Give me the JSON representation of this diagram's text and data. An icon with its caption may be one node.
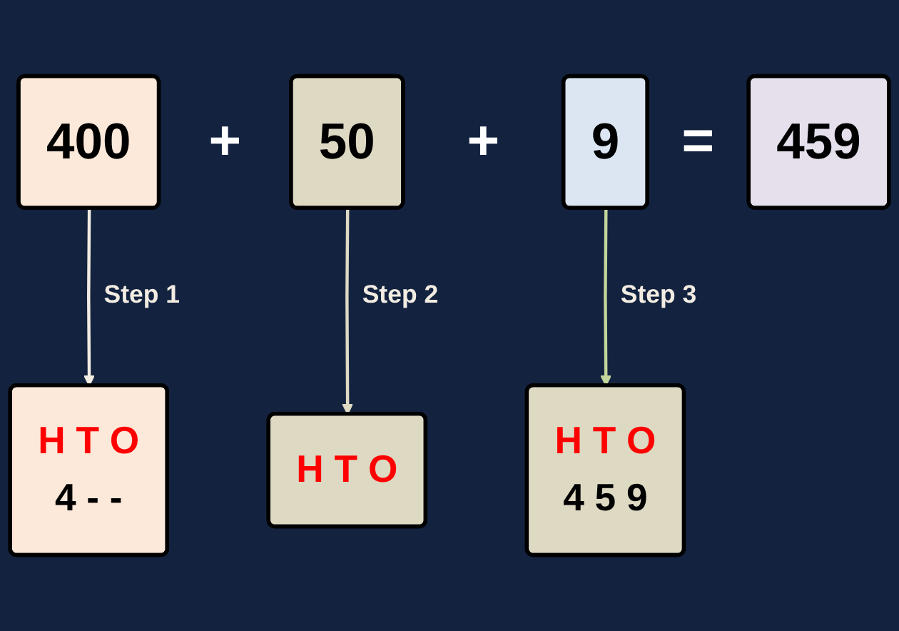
{
  "diagram": {
    "nodes": [
      {
        "text": [
          "400"
        ]
      },
      {
        "text": [
          "50"
        ]
      },
      {
        "text": [
          "9"
        ]
      },
      {
        "text": [
          "459"
        ]
      },
      {
        "text": [
          "H T O",
          "4 - -"
        ]
      },
      {
        "text": [
          "H T O"
        ]
      },
      {
        "text": [
          "H T O",
          "4 5 9"
        ]
      }
    ],
    "edges": [
      {
        "from": 0,
        "to": 4,
        "arrow": "to",
        "label": "Step 1",
        "color": "#f2ece2"
      },
      {
        "from": 1,
        "to": 5,
        "arrow": "to",
        "label": "Step 2",
        "color": "#ddd9c3"
      },
      {
        "from": 2,
        "to": 6,
        "arrow": "to",
        "label": "Step 3",
        "color": "#c3d69b"
      }
    ],
    "labels": [
      "+",
      "+",
      "="
    ]
  }
}
